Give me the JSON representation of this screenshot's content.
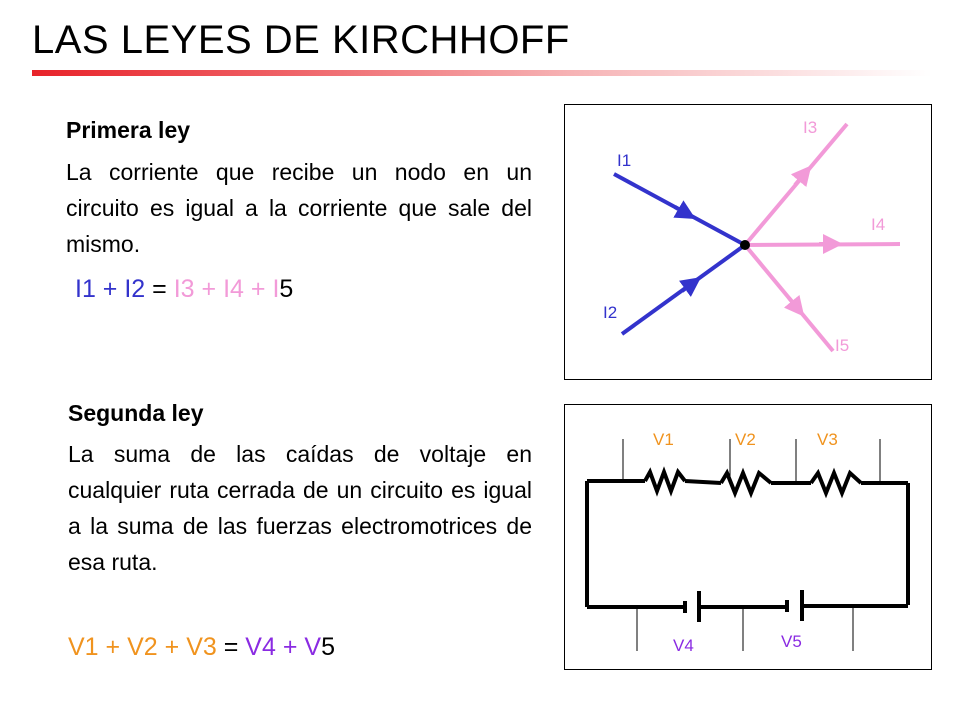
{
  "title": "LAS LEYES DE KIRCHHOFF",
  "colors": {
    "title_bar": "#e8232a",
    "incoming_current": "#3333cc",
    "outgoing_current": "#f29ad8",
    "voltage_drop": "#f0931e",
    "emf": "#8a2be2"
  },
  "first_law": {
    "heading": "Primera ley",
    "text": "La corriente que recibe un nodo en un circuito es igual a la corriente que sale del mismo.",
    "equation": {
      "i1": "I1",
      "plus1": " + ",
      "i2": "I2",
      "eq": " = ",
      "i3": "I3",
      "plus2": " + ",
      "i4": "I4",
      "plus3": " + ",
      "i5_letter": "I",
      "i5_digit": "5"
    }
  },
  "second_law": {
    "heading": "Segunda ley",
    "text": "La suma de las caídas de voltaje en cualquier ruta cerrada de un circuito es igual a la suma de las fuerzas electromotrices de esa ruta.",
    "equation": {
      "v1": "V1",
      "plus1": " + ",
      "v2": "V2",
      "plus2": " + ",
      "v3": "V3",
      "eq": " = ",
      "v4": "V4",
      "plus3": " + ",
      "v5_letter": "V",
      "v5_digit": "5"
    }
  },
  "node_diagram": {
    "labels": {
      "i1": "I1",
      "i2": "I2",
      "i3": "I3",
      "i4": "I4",
      "i5": "I5"
    }
  },
  "circuit_diagram": {
    "labels": {
      "v1": "V1",
      "v2": "V2",
      "v3": "V3",
      "v4": "V4",
      "v5": "V5"
    }
  }
}
